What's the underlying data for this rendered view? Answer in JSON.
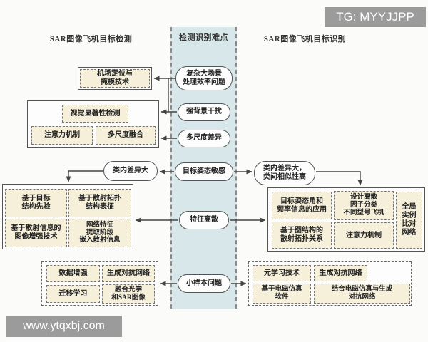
{
  "overlays": {
    "tg_label": "TG: MYYJJPP",
    "site_label": "www.ytqxbj.com"
  },
  "headers": {
    "left": "SAR图像飞机目标检测",
    "center": "检测识别难点",
    "right": "SAR图像飞机目标识别"
  },
  "colors": {
    "band": "#d8e8ea",
    "method_box_fill": "#f6f0db",
    "border": "#555555",
    "overlay_bg": "#9b9b9b",
    "arrow": "#444444"
  },
  "difficulties": {
    "complex_scene": "复杂大场景\n处理效率问题",
    "strong_background": "强背景干扰",
    "scale_difference": "多尺度差异",
    "pose_sensitive": "目标姿态敏感",
    "feature_discrete": "特征离散",
    "small_sample": "小样本问题"
  },
  "detection": {
    "airport_masking": "机场定位与\n掩模技术",
    "intra_class": "类内差异大",
    "saliency_group": {
      "saliency": "视觉显著性检测",
      "attention": "注意力机制",
      "multiscale_fusion": "多尺度融合"
    },
    "structure_group": {
      "target_prior": "基于目标\n结构先验",
      "scatter_topology": "基于散射拓扑\n结构表征",
      "image_enhance": "基于散射信息的\n图像增强技术",
      "network_embed": "网络特征\n提取阶段\n嵌入散射信息"
    },
    "sample_group": {
      "data_augment": "数据增强",
      "gan": "生成对抗网络",
      "transfer_learning": "迁移学习",
      "optical_sar_fusion": "融合光学\n和SAR图像"
    }
  },
  "recognition": {
    "intra_inter_class": "类内差异大，\n类间相似性高",
    "feature_group": {
      "pose_frequency": "目标姿态角和\n频率信息的应用",
      "discrete_factor": "设计离散\n因子分类\n不同型号飞机",
      "global_instance": "全局\n实例\n比对\n网络",
      "graph_topology": "基于图结构的\n散射拓扑关系",
      "attention": "注意力机制"
    },
    "sample_group": {
      "meta_learning": "元学习技术",
      "gan": "生成对抗网络",
      "em_simulation": "基于电磁仿真\n软件",
      "em_gan": "结合电磁仿真与生成\n对抗网络"
    }
  }
}
